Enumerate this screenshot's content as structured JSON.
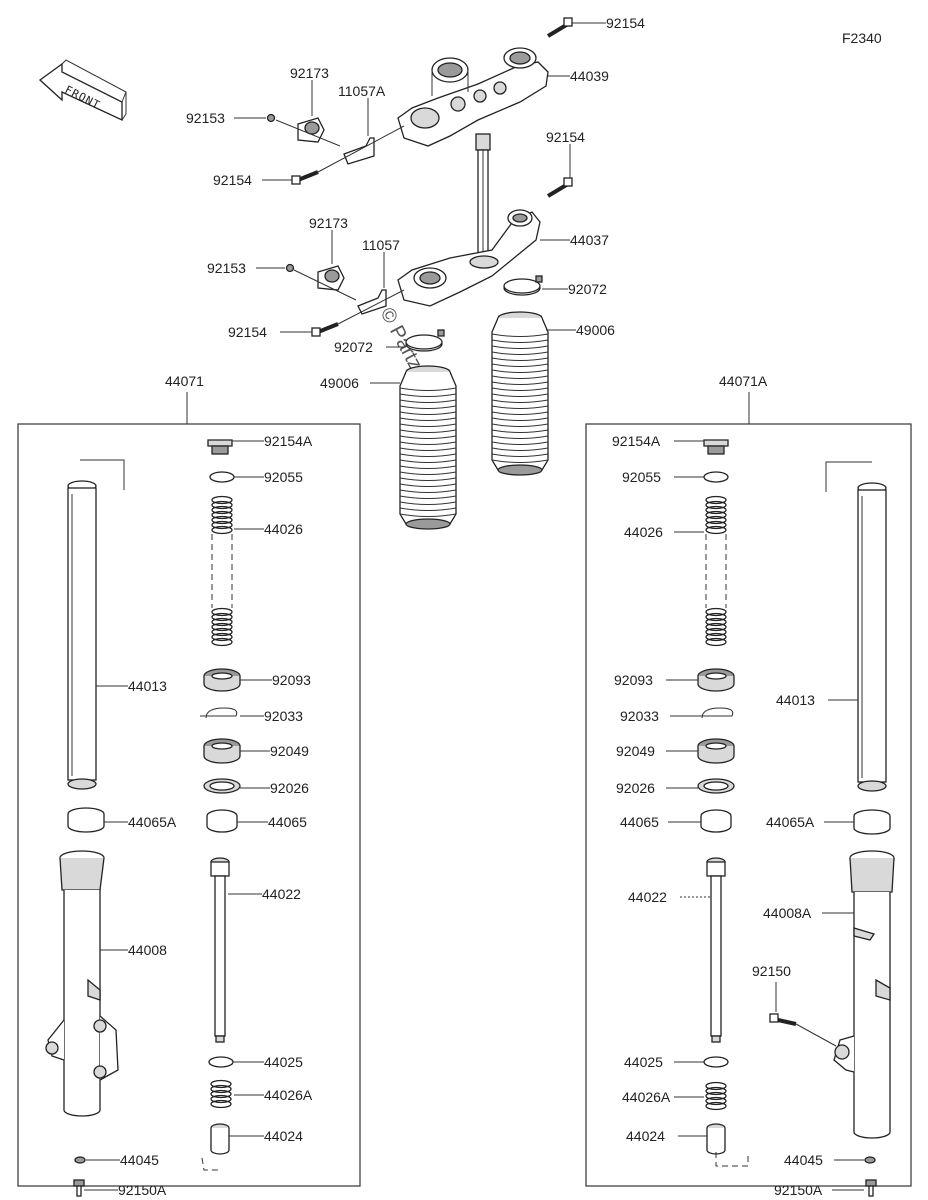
{
  "diagram": {
    "code": "F2340",
    "front_label": "FRONT",
    "watermark": "© Partzilla.com",
    "assemblies": {
      "left": "44071",
      "right": "44071A"
    },
    "labels": {
      "top_bolt": "92154",
      "upper_bracket": "44039",
      "clamp_upper": "92173",
      "stay_upper": "11057A",
      "screw_upper": "92153",
      "bolt_upper_left": "92154",
      "bolt_lower_right": "92154",
      "lower_bracket": "44037",
      "clamp_lower": "92173",
      "stay_lower": "11057",
      "screw_lower": "92153",
      "bolt_lower_left": "92154",
      "band_right": "92072",
      "band_left": "92072",
      "boot_right": "49006",
      "boot_left": "49006",
      "l_cap_bolt": "92154A",
      "l_oring": "92055",
      "l_spring": "44026",
      "l_inner_tube": "44013",
      "l_oil_seal": "92093",
      "l_retainer": "92033",
      "l_seal": "92049",
      "l_washer": "92026",
      "l_bushing_a": "44065A",
      "l_bushing": "44065",
      "l_cylinder": "44022",
      "l_outer_tube": "44008",
      "l_ring": "44025",
      "l_spring_a": "44026A",
      "l_piece": "44024",
      "l_gasket": "44045",
      "l_bottom_bolt": "92150A",
      "r_cap_bolt": "92154A",
      "r_oring": "92055",
      "r_spring": "44026",
      "r_inner_tube": "44013",
      "r_oil_seal": "92093",
      "r_retainer": "92033",
      "r_seal": "92049",
      "r_washer": "92026",
      "r_bushing": "44065",
      "r_bushing_a": "44065A",
      "r_cylinder": "44022",
      "r_outer_tube": "44008A",
      "r_caliper_bolt": "92150",
      "r_ring": "44025",
      "r_spring_a": "44026A",
      "r_piece": "44024",
      "r_gasket": "44045",
      "r_bottom_bolt": "92150A"
    }
  }
}
